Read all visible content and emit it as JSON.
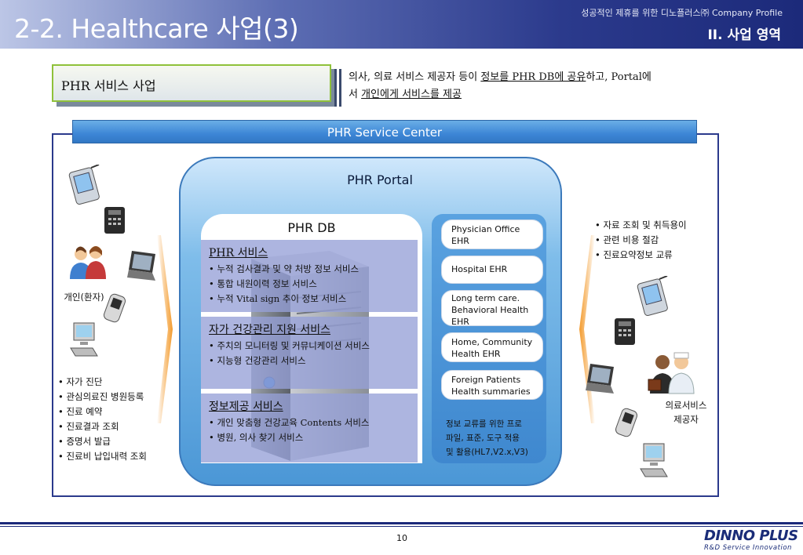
{
  "header": {
    "title": "2-2. Healthcare 사업(3)",
    "subtitle": "성공적인 제휴를 위한 디노플러스㈜ Company Profile",
    "section": "II. 사업 영역"
  },
  "service_label": "PHR 서비스 사업",
  "description": {
    "part1": "의사, 의료 서비스 제공자 등이 ",
    "u1": "정보를  PHR DB에 공유",
    "part2": "하고, Portal에",
    "part3": "서 ",
    "u2": "개인에게 서비스를 제공"
  },
  "service_center": "PHR Service Center",
  "portal": "PHR Portal",
  "db": {
    "title": "PHR DB",
    "sections": [
      {
        "title": "PHR 서비스",
        "items": [
          "• 누적 검사결과 및 약 처방 정보 서비스",
          "• 통합 내원이력 정보 서비스",
          "• 누적 Vital sign 추이 정보 서비스"
        ]
      },
      {
        "title": "자가 건강관리 지원 서비스",
        "items": [
          "• 주치의 모니터링 및 커뮤니케이션 서비스",
          "• 지능형 건강관리 서비스"
        ]
      },
      {
        "title": "정보제공 서비스",
        "items": [
          "• 개인 맞춤형 건강교육 Contents 서비스",
          "• 병원, 의사 찾기 서비스"
        ]
      }
    ]
  },
  "ehr": {
    "items": [
      {
        "line1": "Physician Office",
        "line2": "EHR"
      },
      {
        "line1": "Hospital EHR",
        "line2": ""
      },
      {
        "line1": "Long term care.",
        "line2": "Behavioral Health",
        "line3": "EHR"
      },
      {
        "line1": "Home, Community",
        "line2": "Health EHR"
      },
      {
        "line1": "Foreign Patients",
        "line2": "Health summaries"
      }
    ],
    "note": [
      "정보 교류를 위한 프로",
      "파일, 표준, 도구 적용",
      "및 활용(HL7,V2.x,V3)"
    ]
  },
  "left": {
    "person_label": "개인(환자)",
    "list": [
      "• 자가 진단",
      "• 관심의료진 병원등록",
      "• 진료 예약",
      "• 진료결과 조회",
      "• 증명서 발급",
      "• 진료비 납입내력 조회"
    ]
  },
  "right": {
    "list": [
      "• 자료 조회 및 취득용이",
      "• 관련 비용 절감",
      "• 진료요약정보 교류"
    ],
    "person_label_1": "의료서비스",
    "person_label_2": "제공자"
  },
  "footer": {
    "page": "10",
    "logo": "DINNO PLUS",
    "logo_sub": "R&D Service Innovation"
  }
}
